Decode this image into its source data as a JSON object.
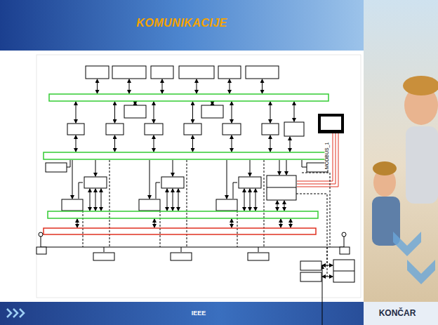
{
  "diagram": {
    "title": "KOMUNIKACIJE",
    "labels": [
      "MODBUS_1",
      "IEEE",
      "KONČAR"
    ]
  }
}
